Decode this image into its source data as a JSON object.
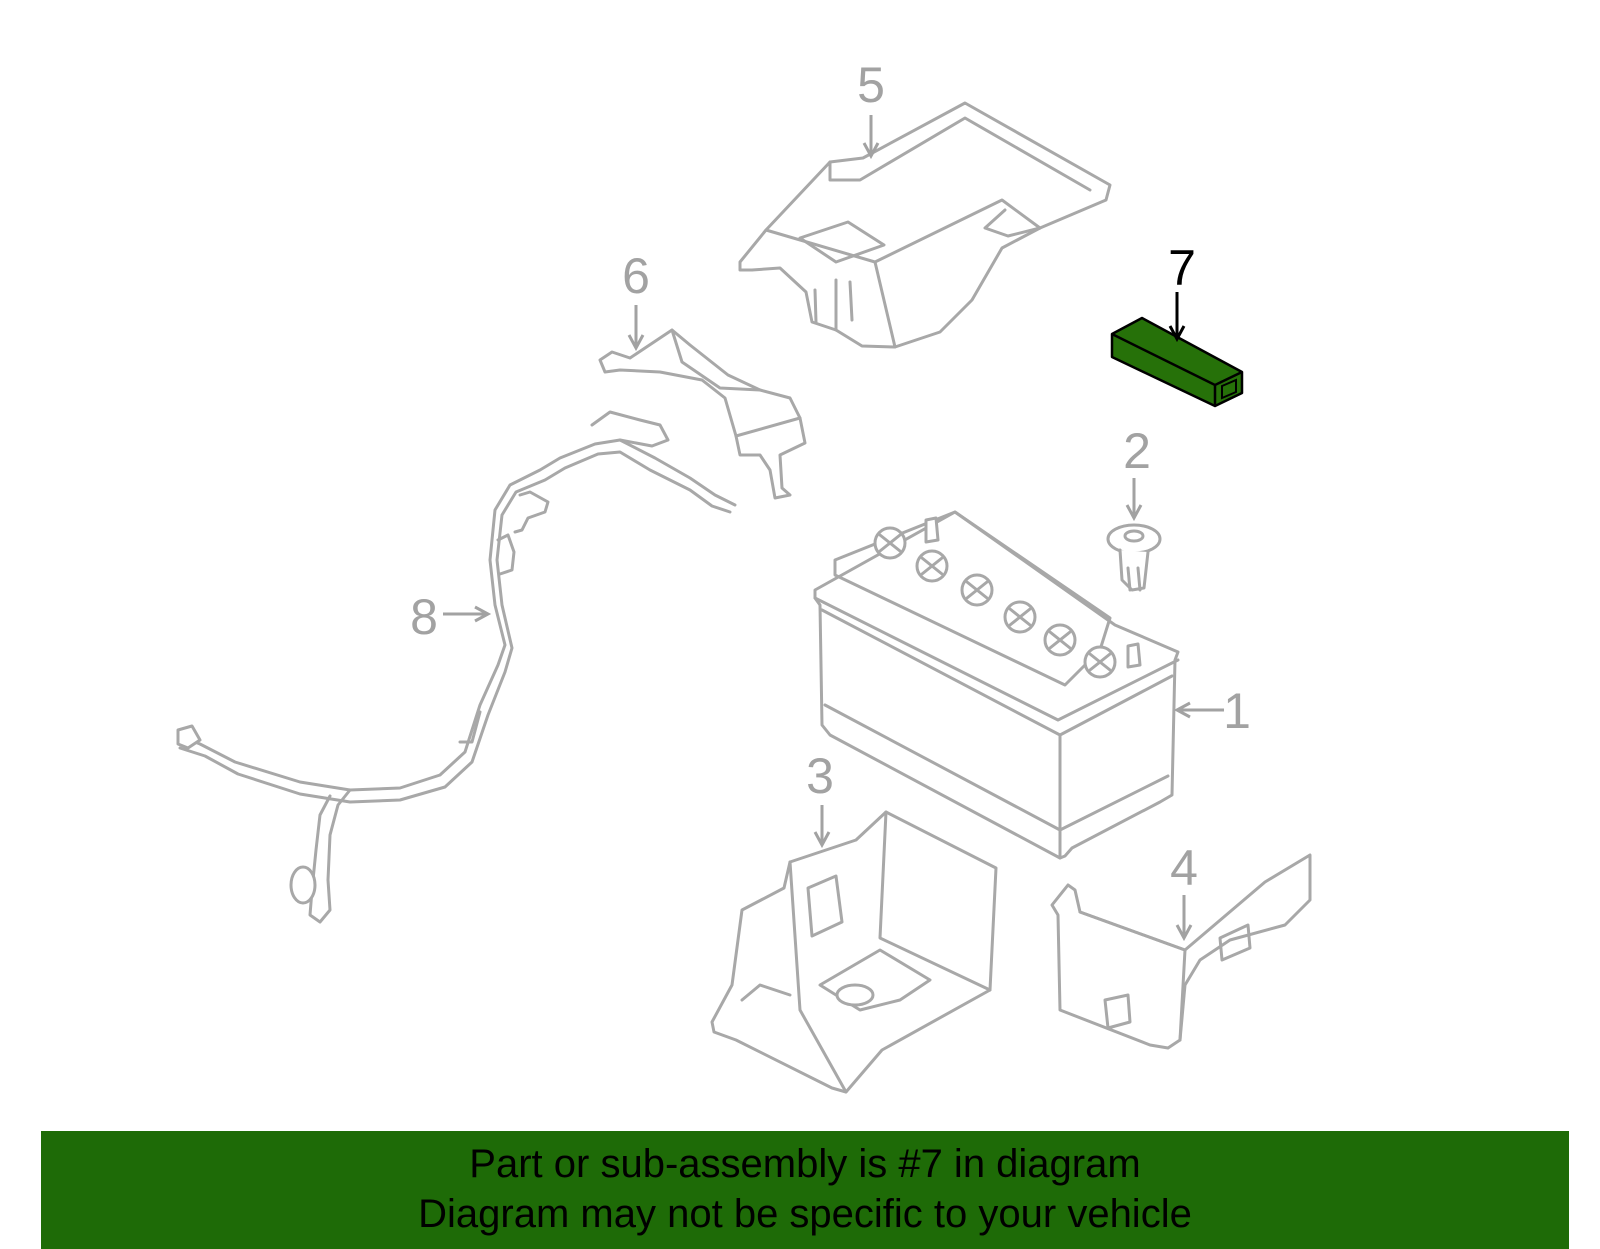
{
  "callouts": [
    {
      "number": "1",
      "part": "battery"
    },
    {
      "number": "2",
      "part": "vent-plug"
    },
    {
      "number": "3",
      "part": "battery-tray"
    },
    {
      "number": "4",
      "part": "tray-bracket"
    },
    {
      "number": "5",
      "part": "battery-cover"
    },
    {
      "number": "6",
      "part": "cable-holder"
    },
    {
      "number": "7",
      "part": "highlighted-part"
    },
    {
      "number": "8",
      "part": "battery-cable"
    }
  ],
  "highlighted_callout": "7",
  "colors": {
    "highlight_part": "#267109",
    "banner": "#1e6b07",
    "line_art": "#a8a8a8",
    "active_text": "#000000"
  },
  "banner": {
    "line1": "Part or sub-assembly is #7 in diagram",
    "line2": "Diagram may not be specific to your vehicle"
  }
}
